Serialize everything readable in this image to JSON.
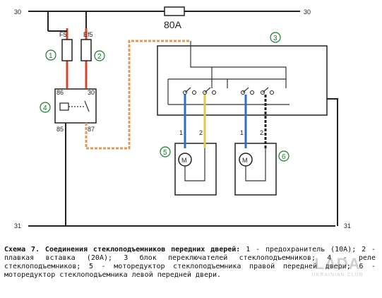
{
  "labels": {
    "supply_30_left": "30",
    "supply_30_right": "30",
    "ground_31_left": "31",
    "ground_31_right": "31",
    "fuse_main": "80A",
    "fuse_f5": "F5",
    "fuse_ef5": "Ef5",
    "relay_86": "86",
    "relay_30": "30",
    "relay_85": "85",
    "relay_87": "87",
    "motor_m": "M",
    "wire_1": "1",
    "wire_2": "2"
  },
  "markers": {
    "m1": "1",
    "m2": "2",
    "m3": "3",
    "m4": "4",
    "m5": "5",
    "m6": "6"
  },
  "caption": {
    "title": "Схема 7. Соединения стеклоподъемников передних дверей:",
    "body": "1 - предохранитель (10А); 2 - плавкая вставка (20А); 3 блок переключателей стеклоподъемников; 4 - реле стеклоподъемников; 5 - моторедуктор стеклоподъемника правой передней двери; 6 - моторедуктор стеклоподъемника левой передней двери."
  },
  "watermark": {
    "main": "LADA",
    "sub": "UKRAINIAN CLUB"
  },
  "colors": {
    "red": "#d9442b",
    "orange": "#e39a55",
    "blue": "#2f6fc2",
    "yellow": "#e3c94a",
    "green": "#1f7a2e",
    "black": "#222222"
  }
}
